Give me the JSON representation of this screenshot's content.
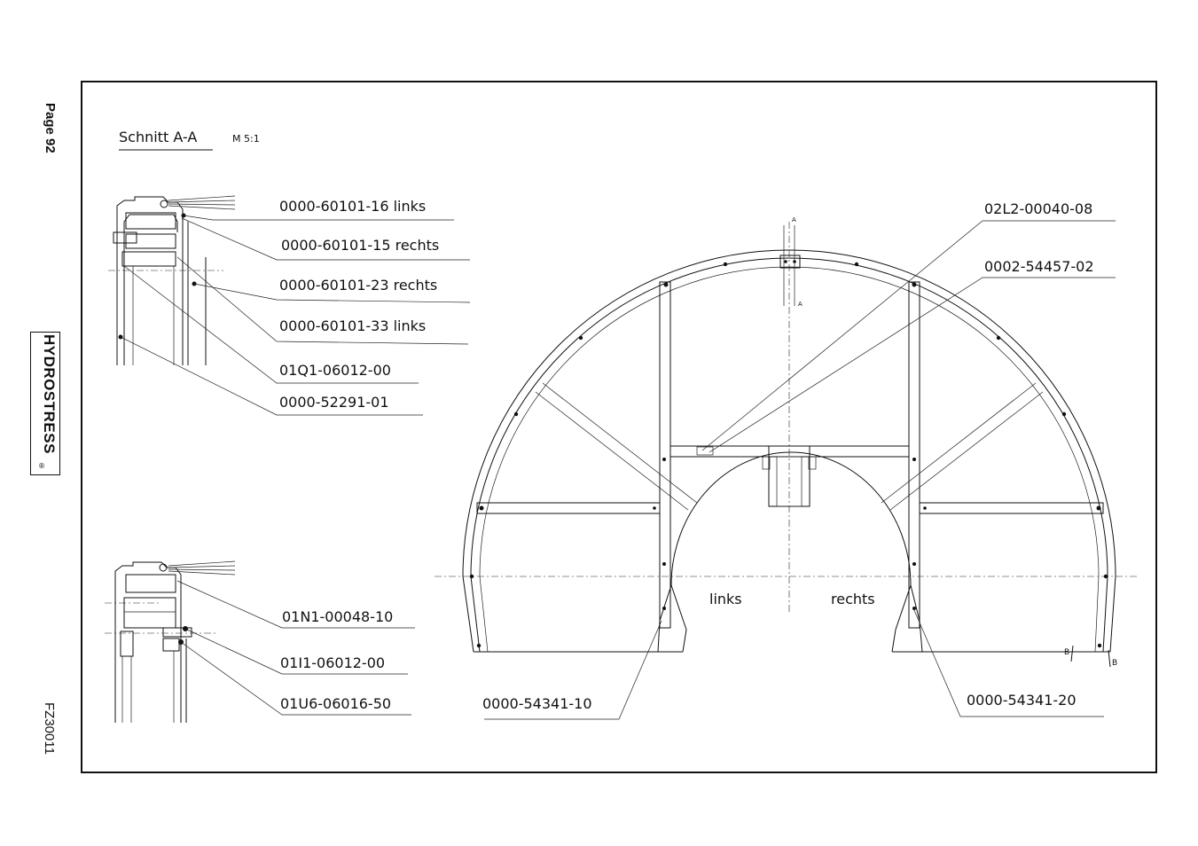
{
  "margin": {
    "page_number": "Page 92",
    "brand": "HYDROSTRESS",
    "brand_mark": "®",
    "document_code": "FZ30011"
  },
  "drawing": {
    "section_title": "Schnitt A-A",
    "scale": "M 5:1",
    "side_left": "links",
    "side_right": "rechts",
    "section_mark_a": "A",
    "section_mark_b": "B",
    "parts_top_detail": [
      "0000-60101-16  links",
      "0000-60101-15  rechts",
      "0000-60101-23  rechts",
      "0000-60101-33  links",
      "01Q1-06012-00",
      "0000-52291-01"
    ],
    "parts_bottom_detail": [
      "01N1-00048-10",
      "01I1-06012-00",
      "01U6-06016-50"
    ],
    "parts_main": {
      "top_right_1": "02L2-00040-08",
      "top_right_2": "0002-54457-02",
      "bottom_left": "0000-54341-10",
      "bottom_right": "0000-54341-20"
    }
  }
}
